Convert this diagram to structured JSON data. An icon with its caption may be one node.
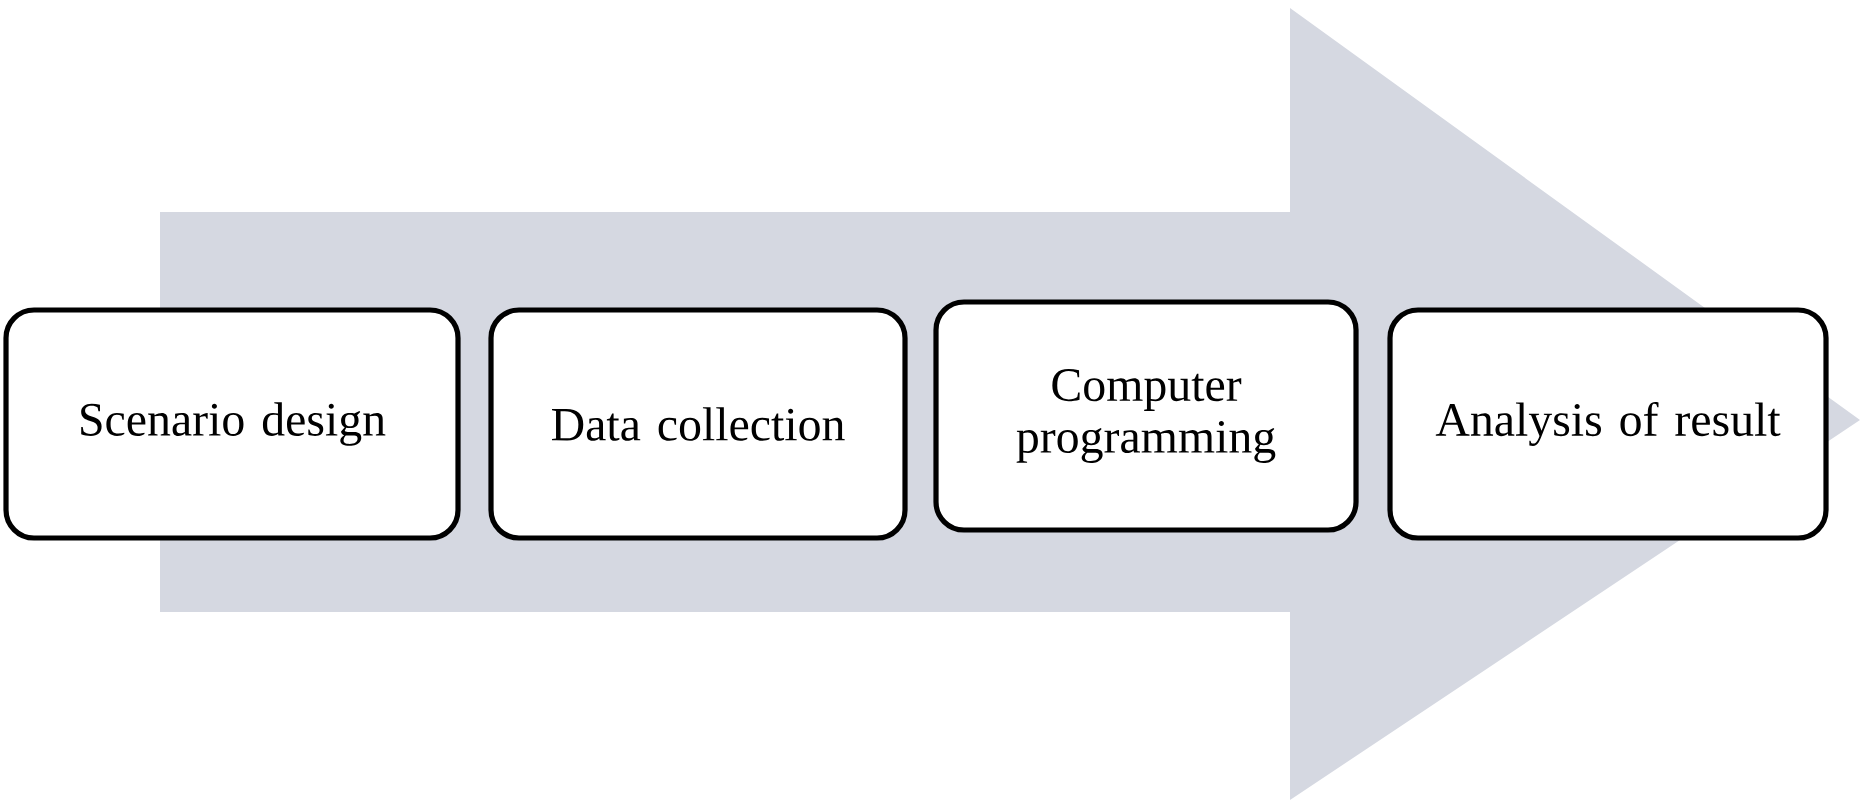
{
  "diagram": {
    "nodes": [
      {
        "text": [
          "Scenario design"
        ]
      },
      {
        "text": [
          "Data collection"
        ]
      },
      {
        "text": [
          "Computer programming"
        ]
      },
      {
        "text": [
          "Analysis of result"
        ]
      }
    ],
    "edges": [
      {
        "from": 0,
        "to": 3,
        "arrow": "to"
      }
    ]
  }
}
